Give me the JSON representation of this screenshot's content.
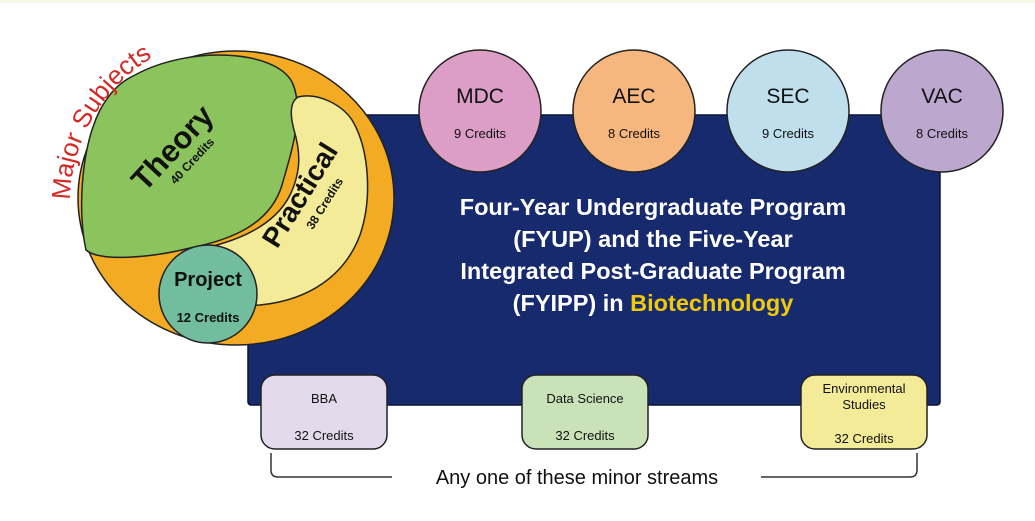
{
  "title": {
    "line1": "Four-Year Undergraduate Program",
    "line2": "(FYUP) and the Five-Year",
    "line3": "Integrated Post-Graduate Program",
    "line4_prefix": "(FYIPP) in ",
    "line4_highlight": "Biotechnology"
  },
  "major": {
    "label": "Major Subjects",
    "theory": {
      "name": "Theory",
      "credits": "40 Credits"
    },
    "practical": {
      "name": "Practical",
      "credits": "38 Credits"
    },
    "project": {
      "name": "Project",
      "credits": "12 Credits"
    }
  },
  "courses": [
    {
      "name": "MDC",
      "credits": "9 Credits",
      "color": "#dc9ec6"
    },
    {
      "name": "AEC",
      "credits": "8 Credits",
      "color": "#f6b77e"
    },
    {
      "name": "SEC",
      "credits": "9 Credits",
      "color": "#bfdfec"
    },
    {
      "name": "VAC",
      "credits": "8 Credits",
      "color": "#bca7cf"
    }
  ],
  "minors": [
    {
      "name": "BBA",
      "name2": "",
      "credits": "32 Credits",
      "color": "#e3dbec"
    },
    {
      "name": "Data Science",
      "name2": "",
      "credits": "32 Credits",
      "color": "#c9e2b8"
    },
    {
      "name": "Environmental",
      "name2": "Studies",
      "credits": "32 Credits",
      "color": "#f3eb97"
    }
  ],
  "minor_note": "Any one of these minor streams",
  "colors": {
    "navy": "#172a6d",
    "orange": "#f4ab24",
    "theory": "#8bc35c",
    "practical": "#f4eb98",
    "project": "#72bd9d",
    "major_label": "#d42a25",
    "highlight": "#f0c90a"
  }
}
